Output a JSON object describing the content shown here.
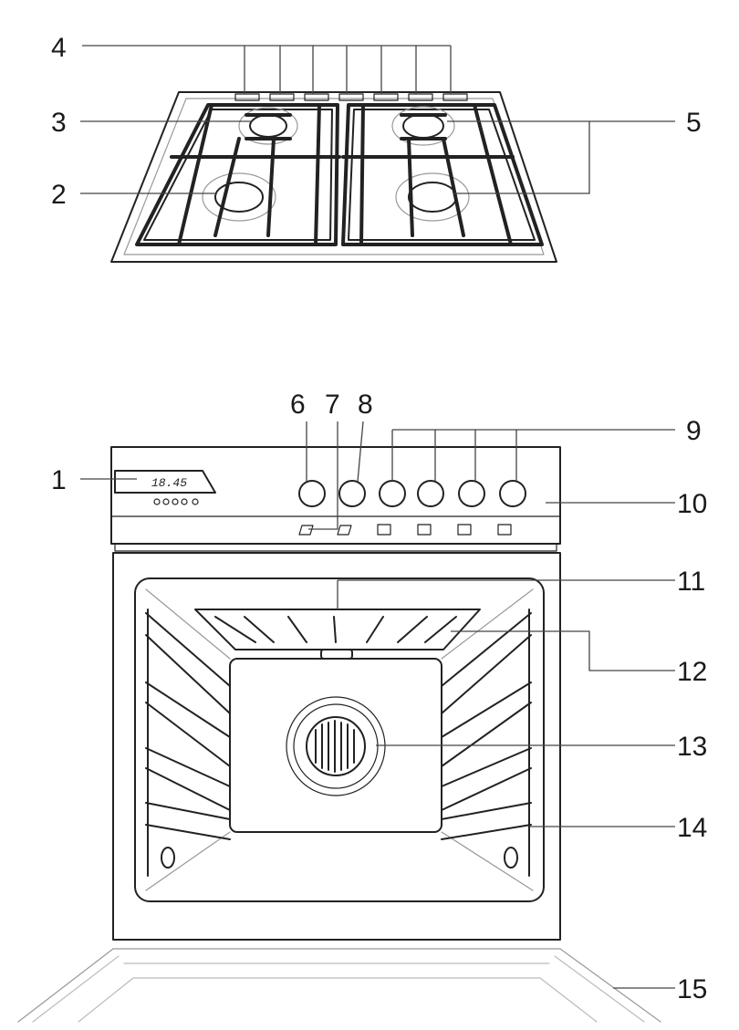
{
  "display": {
    "time": "18.45"
  },
  "callouts": {
    "c1": "1",
    "c2": "2",
    "c3": "3",
    "c4": "4",
    "c5": "5",
    "c6": "6",
    "c7": "7",
    "c8": "8",
    "c9": "9",
    "c10": "10",
    "c11": "11",
    "c12": "12",
    "c13": "13",
    "c14": "14",
    "c15": "15"
  }
}
